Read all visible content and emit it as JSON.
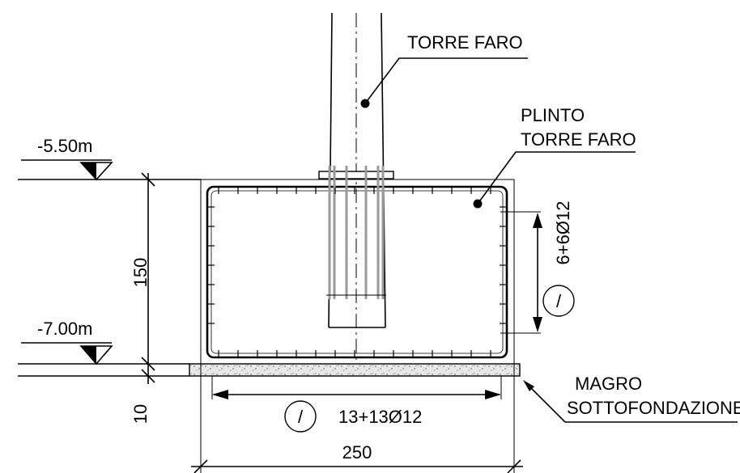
{
  "labels": {
    "tower": "TORRE FARO",
    "plinth_line1": "PLINTO",
    "plinth_line2": "TORRE FARO",
    "lean_line1": "MAGRO",
    "lean_line2": "SOTTOFONDAZIONE"
  },
  "levels": {
    "top": "-5.50m",
    "bottom": "-7.00m"
  },
  "dimensions": {
    "height": "150",
    "lean_thickness": "10",
    "width": "250"
  },
  "rebar": {
    "vertical": "6+6Ø12",
    "horizontal": "13+13Ø12",
    "bar_mark": "/"
  }
}
